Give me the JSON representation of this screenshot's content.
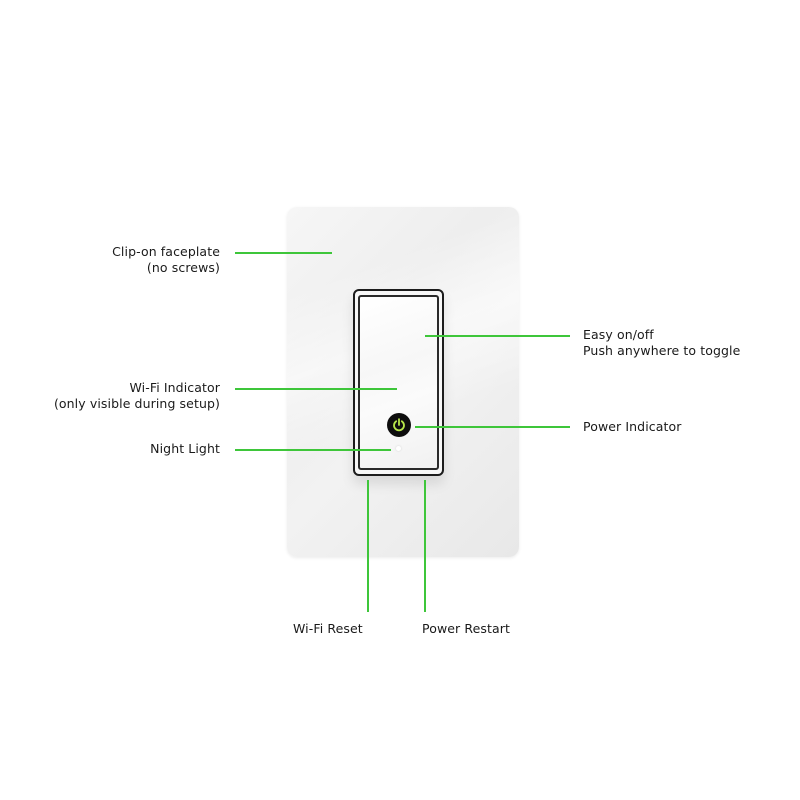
{
  "diagram": {
    "subject": "Wi-Fi light switch",
    "accent_color": "#3ec63a",
    "callouts": {
      "faceplate": {
        "line1": "Clip-on faceplate",
        "line2": "(no screws)"
      },
      "wifi_indicator": {
        "line1": "Wi-Fi Indicator",
        "line2": "(only visible during setup)"
      },
      "night_light": {
        "line1": "Night Light"
      },
      "easy_toggle": {
        "line1": "Easy on/off",
        "line2": "Push anywhere to toggle"
      },
      "power_indicator": {
        "line1": "Power Indicator"
      },
      "wifi_reset": {
        "line1": "Wi-Fi Reset"
      },
      "power_restart": {
        "line1": "Power Restart"
      }
    },
    "icons": {
      "power_indicator": "power-icon",
      "indicator_color": "#b7e64a"
    }
  }
}
